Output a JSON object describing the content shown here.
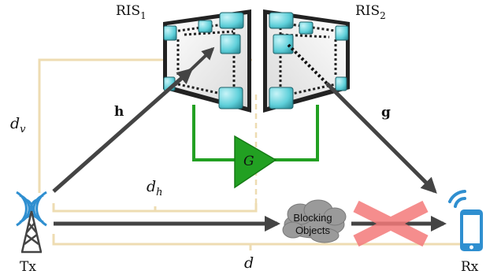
{
  "diagram": {
    "ris1_base": "RIS",
    "ris1_sub": "1",
    "ris2_base": "RIS",
    "ris2_sub": "2",
    "channel_h": "h",
    "channel_g": "g",
    "amplifier": "G",
    "dist_v_base": "d",
    "dist_v_sub": "v",
    "dist_h_base": "d",
    "dist_h_sub": "h",
    "dist_total": "d",
    "blocking_line1": "Blocking",
    "blocking_line2": "Objects",
    "tx_label": "Tx",
    "rx_label": "Rx"
  },
  "colors": {
    "guide_line": "#eedcb2",
    "arrow": "#444444",
    "amplifier_green": "#22a022",
    "ris_frame": "#111111",
    "ris_element": "#5fd0da",
    "tx_blue": "#2f8fd0",
    "rx_blue": "#2f8fd0",
    "cross_red": "#f47a7a",
    "cloud_gray": "#9a9a9a"
  },
  "icons": [
    "tx-tower-icon",
    "phone-icon",
    "cloud-icon",
    "cross-icon",
    "amplifier-icon",
    "ris-panel-icon"
  ]
}
